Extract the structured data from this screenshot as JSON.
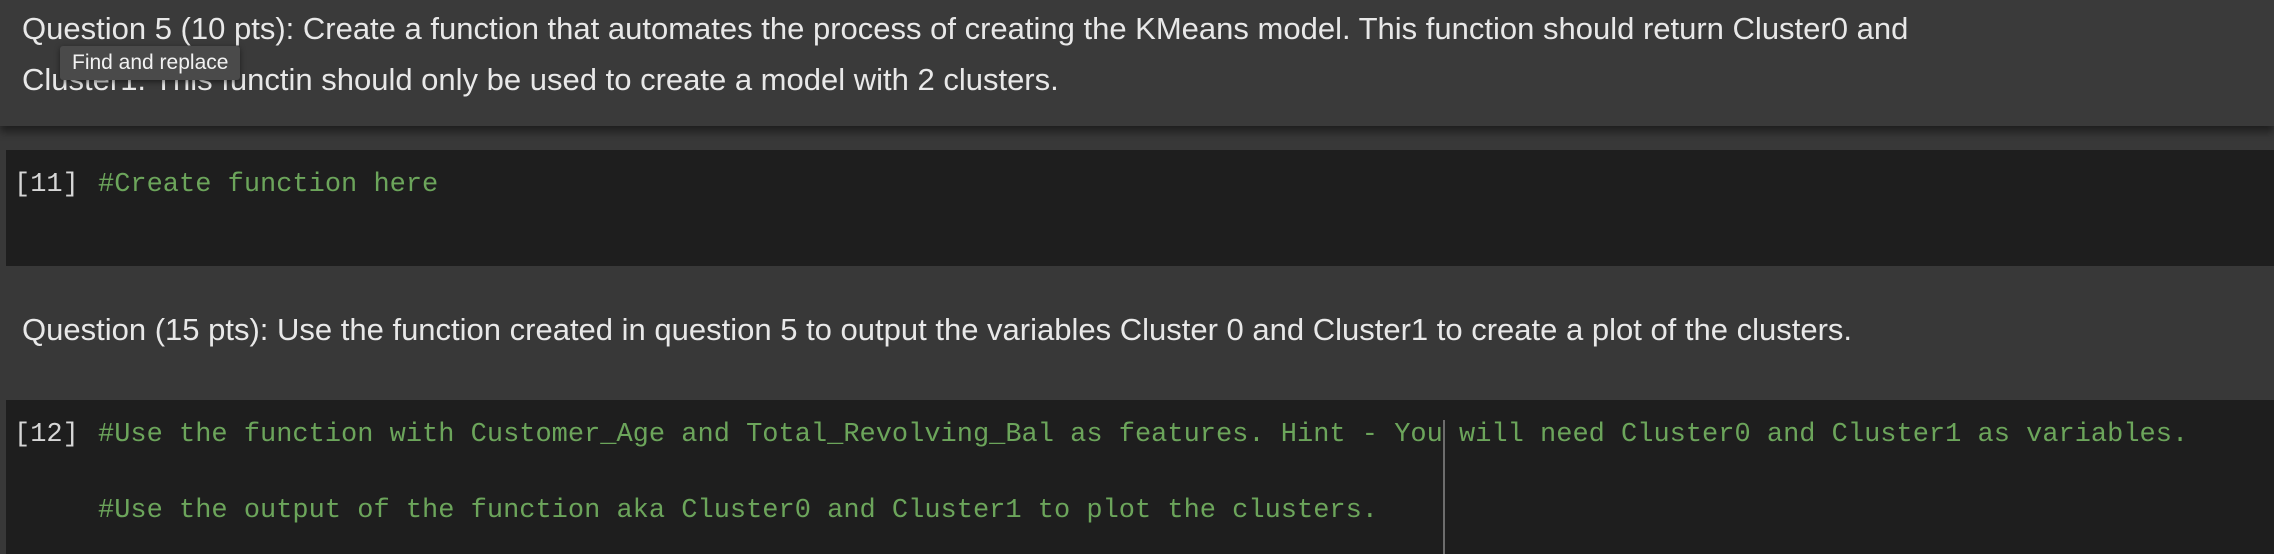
{
  "cells": {
    "question5": {
      "line1": "Question 5 (10 pts): Create a function that automates the process of creating the KMeans model. This function should return Cluster0 and",
      "line2": "Cluster1. This functin should only be used to create a model with 2 clusters."
    },
    "code11": {
      "exec_count": "[11]",
      "line1": "#Create function here"
    },
    "question6": {
      "line1": "Question (15 pts): Use the function created in question 5 to output the variables Cluster 0 and Cluster1 to create a plot of the clusters."
    },
    "code12": {
      "exec_count": "[12]",
      "line1": "#Use the function with Customer_Age and Total_Revolving_Bal as features. Hint - You will need Cluster0 and Cluster1 as variables.",
      "line2": "#Use the output of the function aka Cluster0 and Cluster1 to plot the clusters."
    }
  },
  "tooltip": {
    "label": "Find and replace"
  },
  "colors": {
    "text_cell_bg": "#3a3a3a",
    "code_cell_bg": "#1e1e1e",
    "comment_green": "#6ca55b"
  }
}
